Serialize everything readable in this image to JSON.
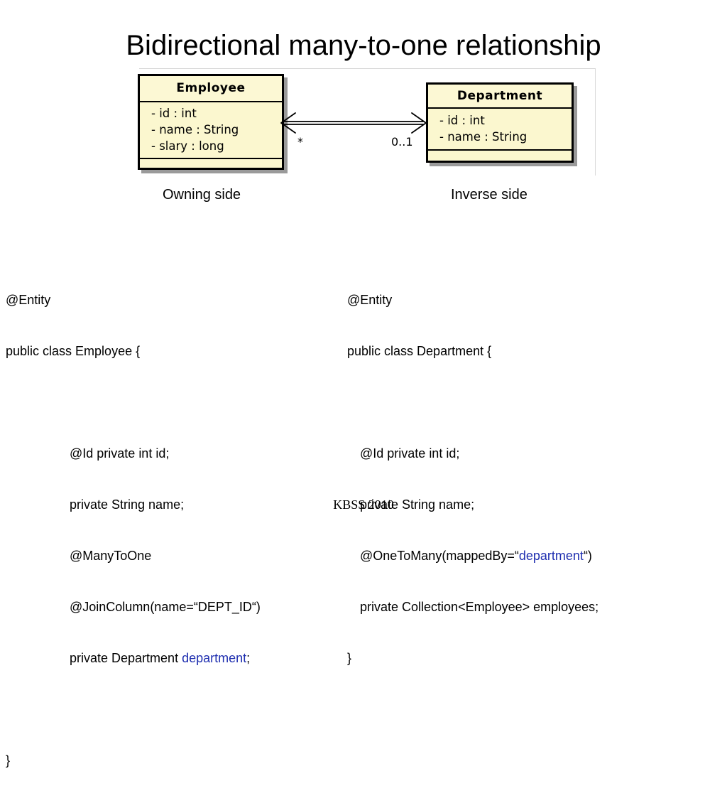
{
  "title": "Bidirectional many-to-one relationship",
  "diagram": {
    "employee": {
      "name": "Employee",
      "attributes": [
        "- id : int",
        "- name : String",
        "- slary : long"
      ]
    },
    "department": {
      "name": "Department",
      "attributes": [
        "- id : int",
        "- name : String"
      ]
    },
    "association": {
      "left_multiplicity": "*",
      "right_multiplicity": "0..1"
    },
    "colors": {
      "class_fill": "#fbf7cf",
      "highlight": "#1f2fb0"
    }
  },
  "labels": {
    "owning": "Owning side",
    "inverse": "Inverse side"
  },
  "code_employee": {
    "l1": "@Entity",
    "l2": "public class Employee {",
    "l3": "@Id private int id;",
    "l4": "private String name;",
    "l5": "@ManyToOne",
    "l6": "@JoinColumn(name=“DEPT_ID“)",
    "l7_pre": "private Department ",
    "l7_hl": "department",
    "l7_post": ";",
    "l8": "}"
  },
  "code_department": {
    "l1": "@Entity",
    "l2": "public class Department {",
    "l3": "@Id private int id;",
    "l4": "private String name;",
    "l5_pre": "@OneToMany(mappedBy=“",
    "l5_hl": "department",
    "l5_post": "“)",
    "l6": "private Collection<Employee> employees;",
    "l7": "}"
  },
  "footer": "KBSS 2010"
}
